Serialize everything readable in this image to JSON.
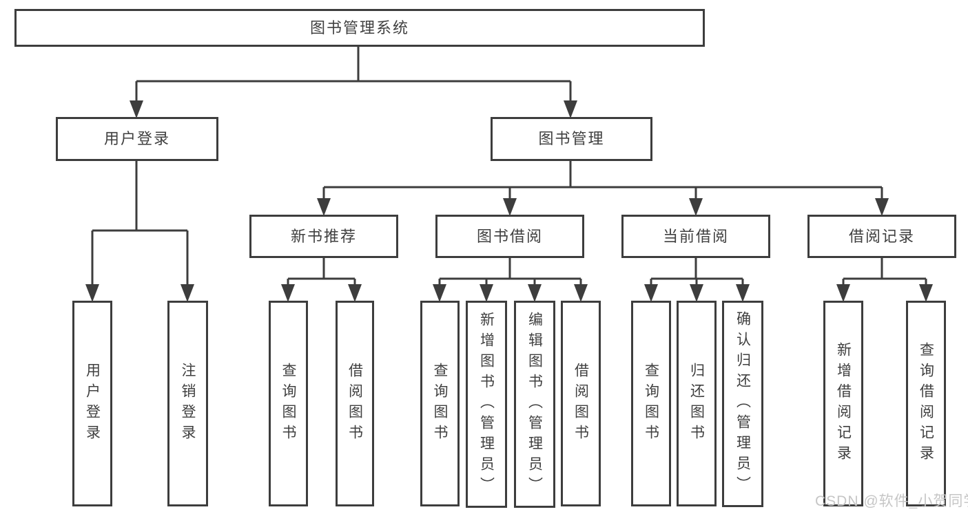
{
  "tree": {
    "label": "图书管理系统",
    "children": [
      {
        "label": "用户登录",
        "children": [
          {
            "label": "用户登录"
          },
          {
            "label": "注销登录"
          }
        ]
      },
      {
        "label": "图书管理",
        "children": [
          {
            "label": "新书推荐",
            "children": [
              {
                "label": "查询图书"
              },
              {
                "label": "借阅图书"
              }
            ]
          },
          {
            "label": "图书借阅",
            "children": [
              {
                "label": "查询图书"
              },
              {
                "label": "新增图书（管理员）"
              },
              {
                "label": "编辑图书（管理员）"
              },
              {
                "label": "借阅图书"
              }
            ]
          },
          {
            "label": "当前借阅",
            "children": [
              {
                "label": "查询图书"
              },
              {
                "label": "归还图书"
              },
              {
                "label": "确认归还（管理员）"
              }
            ]
          },
          {
            "label": "借阅记录",
            "children": [
              {
                "label": "新增借阅记录"
              },
              {
                "label": "查询借阅记录"
              }
            ]
          }
        ]
      }
    ]
  },
  "watermark": {
    "text": "CSDN @软件_小贺同学",
    "color": "#c6c6c6"
  },
  "colors": {
    "line": "#3d3d3d",
    "text": "#3f3f3f",
    "background": "#ffffff"
  }
}
